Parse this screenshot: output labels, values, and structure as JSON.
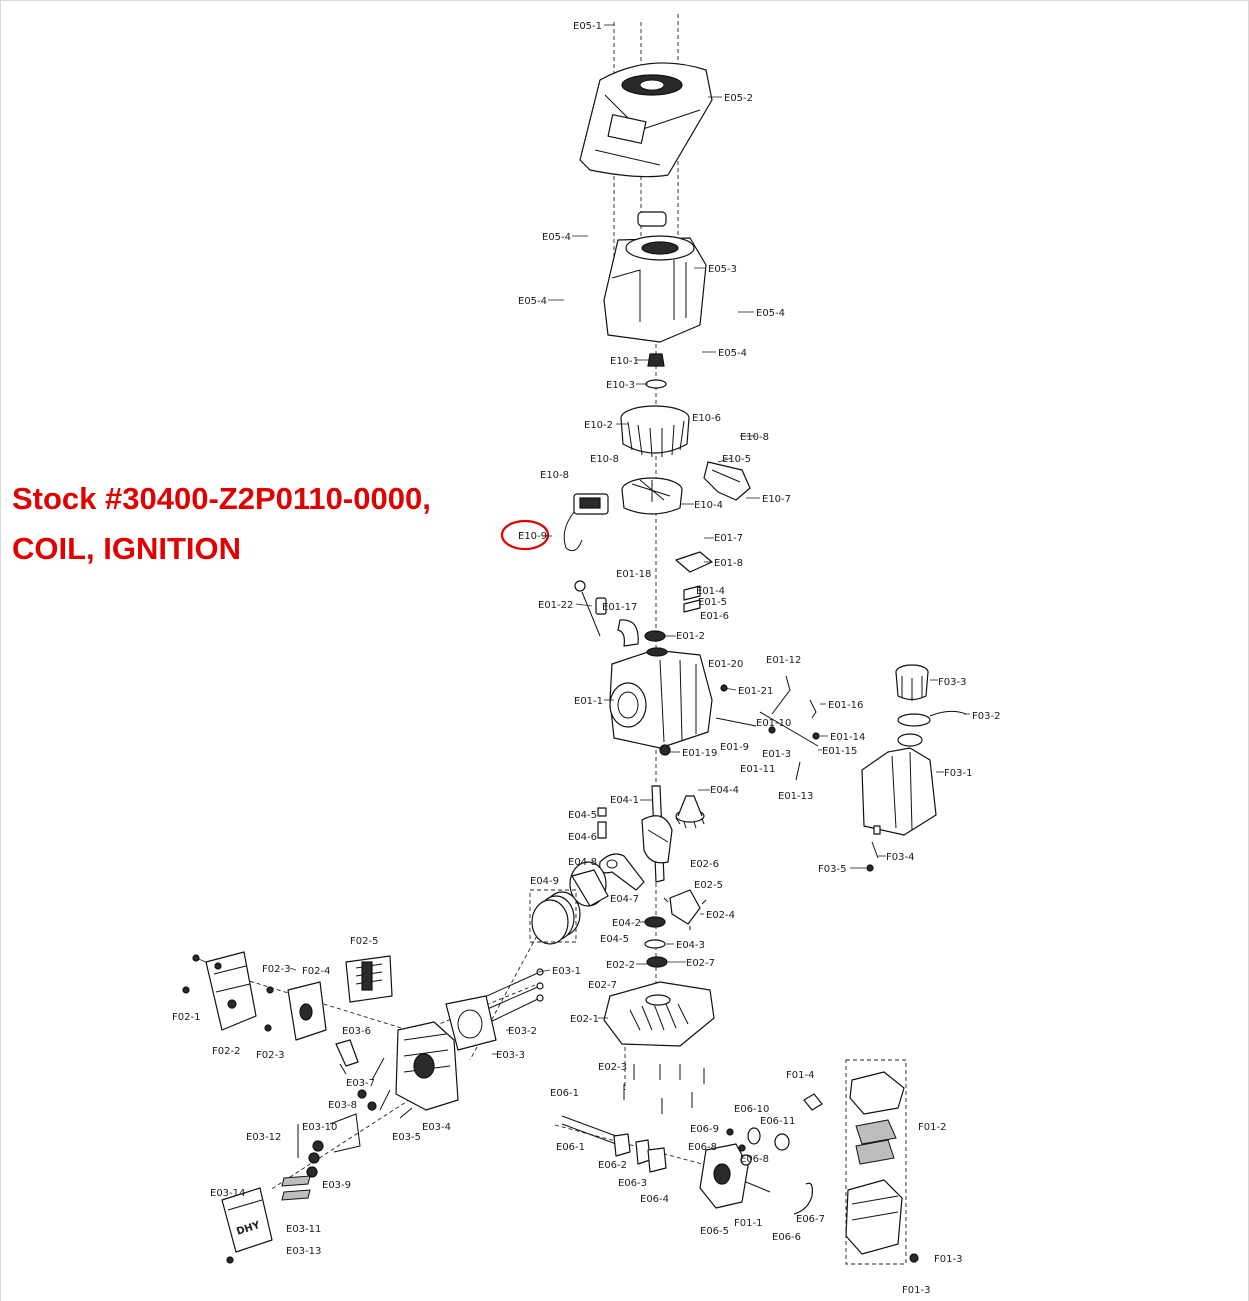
{
  "callout": {
    "line1": "Stock #30400-Z2P0110-0000,",
    "line2": "COIL, IGNITION",
    "highlight_color": "#e00000",
    "highlighted_part": "E10-9"
  },
  "labels": {
    "E05_1": "E05-1",
    "E05_2": "E05-2",
    "E05_3": "E05-3",
    "E05_4": "E05-4",
    "E10_1": "E10-1",
    "E10_2": "E10-2",
    "E10_3": "E10-3",
    "E10_4": "E10-4",
    "E10_5": "E10-5",
    "E10_6": "E10-6",
    "E10_7": "E10-7",
    "E10_8": "E10-8",
    "E10_9": "E10-9",
    "E01_1": "E01-1",
    "E01_2": "E01-2",
    "E01_3": "E01-3",
    "E01_4": "E01-4",
    "E01_5": "E01-5",
    "E01_6": "E01-6",
    "E01_7": "E01-7",
    "E01_8": "E01-8",
    "E01_9": "E01-9",
    "E01_10": "E01-10",
    "E01_11": "E01-11",
    "E01_12": "E01-12",
    "E01_13": "E01-13",
    "E01_14": "E01-14",
    "E01_15": "E01-15",
    "E01_16": "E01-16",
    "E01_17": "E01-17",
    "E01_18": "E01-18",
    "E01_19": "E01-19",
    "E01_20": "E01-20",
    "E01_21": "E01-21",
    "E01_22": "E01-22",
    "E04_1": "E04-1",
    "E04_2": "E04-2",
    "E04_3": "E04-3",
    "E04_4": "E04-4",
    "E04_5": "E04-5",
    "E04_6": "E04-6",
    "E04_7": "E04-7",
    "E04_8": "E04-8",
    "E04_9": "E04-9",
    "E02_1": "E02-1",
    "E02_2": "E02-2",
    "E02_3": "E02-3",
    "E02_4": "E02-4",
    "E02_5": "E02-5",
    "E02_6": "E02-6",
    "E02_7": "E02-7",
    "E03_1": "E03-1",
    "E03_2": "E03-2",
    "E03_3": "E03-3",
    "E03_4": "E03-4",
    "E03_5": "E03-5",
    "E03_6": "E03-6",
    "E03_7": "E03-7",
    "E03_8": "E03-8",
    "E03_9": "E03-9",
    "E03_10": "E03-10",
    "E03_11": "E03-11",
    "E03_12": "E03-12",
    "E03_13": "E03-13",
    "E03_14": "E03-14",
    "E06_1": "E06-1",
    "E06_2": "E06-2",
    "E06_3": "E06-3",
    "E06_4": "E06-4",
    "E06_5": "E06-5",
    "E06_6": "E06-6",
    "E06_7": "E06-7",
    "E06_8": "E06-8",
    "E06_9": "E06-9",
    "E06_10": "E06-10",
    "E06_11": "E06-11",
    "F01_1": "F01-1",
    "F01_2": "F01-2",
    "F01_3": "F01-3",
    "F01_4": "F01-4",
    "F02_1": "F02-1",
    "F02_2": "F02-2",
    "F02_3": "F02-3",
    "F02_4": "F02-4",
    "F02_5": "F02-5",
    "F03_1": "F03-1",
    "F03_2": "F03-2",
    "F03_3": "F03-3",
    "F03_4": "F03-4",
    "F03_5": "F03-5"
  },
  "logo_text": "DHY"
}
